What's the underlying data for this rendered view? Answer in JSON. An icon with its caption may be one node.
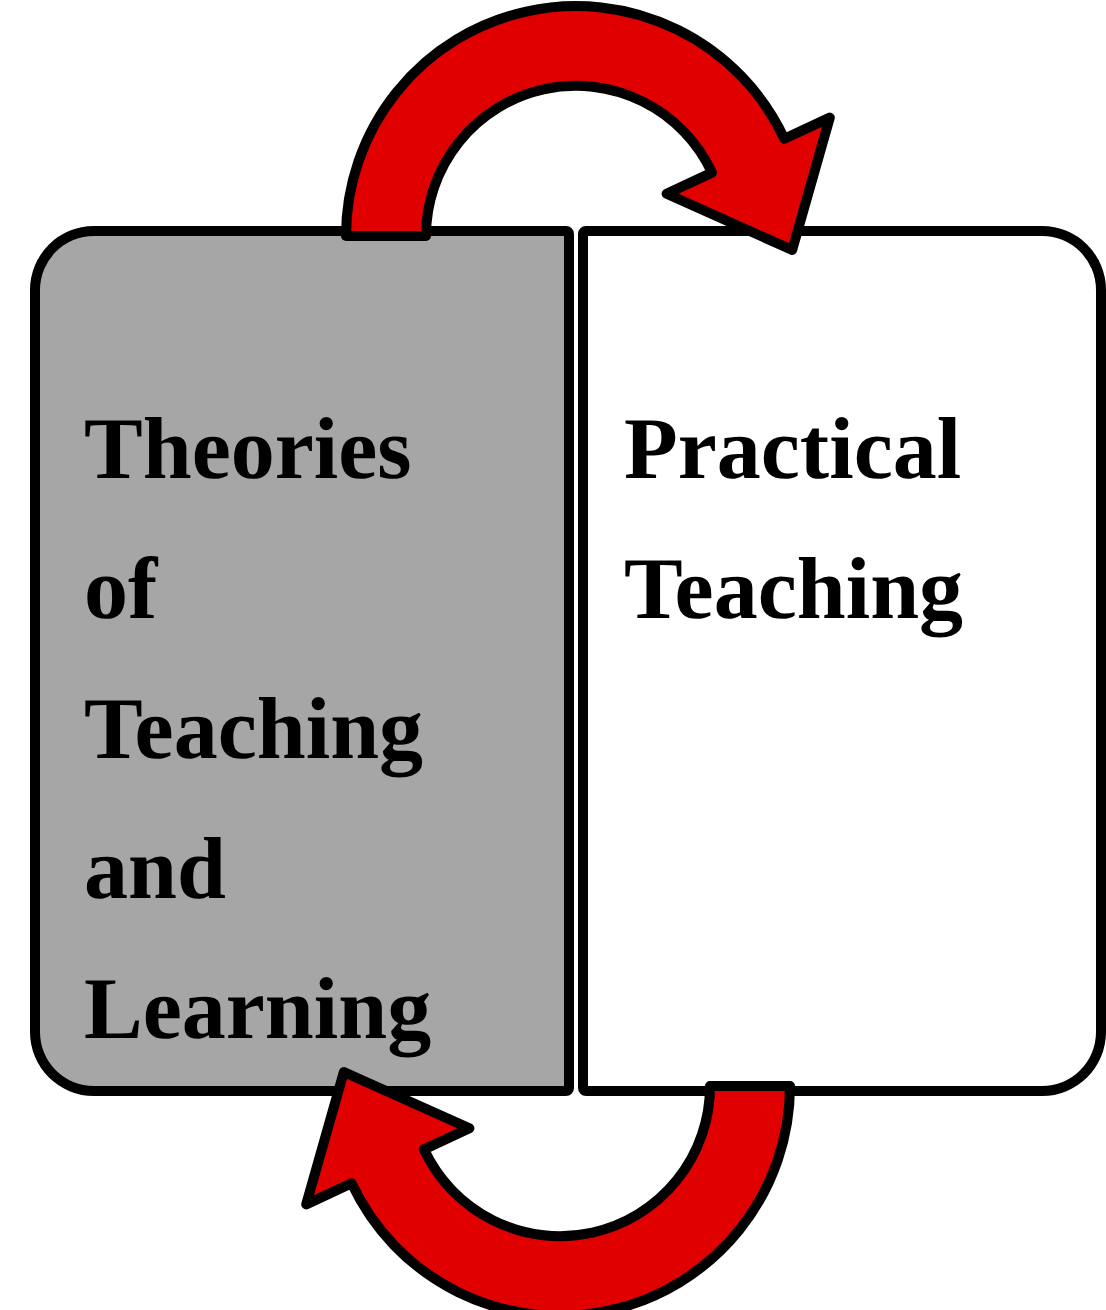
{
  "diagram": {
    "nodes": [
      {
        "text": [
          "Theories of Teaching and Learning"
        ]
      },
      {
        "text": [
          "Practical Teaching"
        ]
      }
    ],
    "edges": [
      {
        "from": 0,
        "to": 1,
        "arrow": "to",
        "color": "#e00000"
      },
      {
        "from": 1,
        "to": 0,
        "arrow": "to",
        "color": "#e00000"
      }
    ]
  }
}
